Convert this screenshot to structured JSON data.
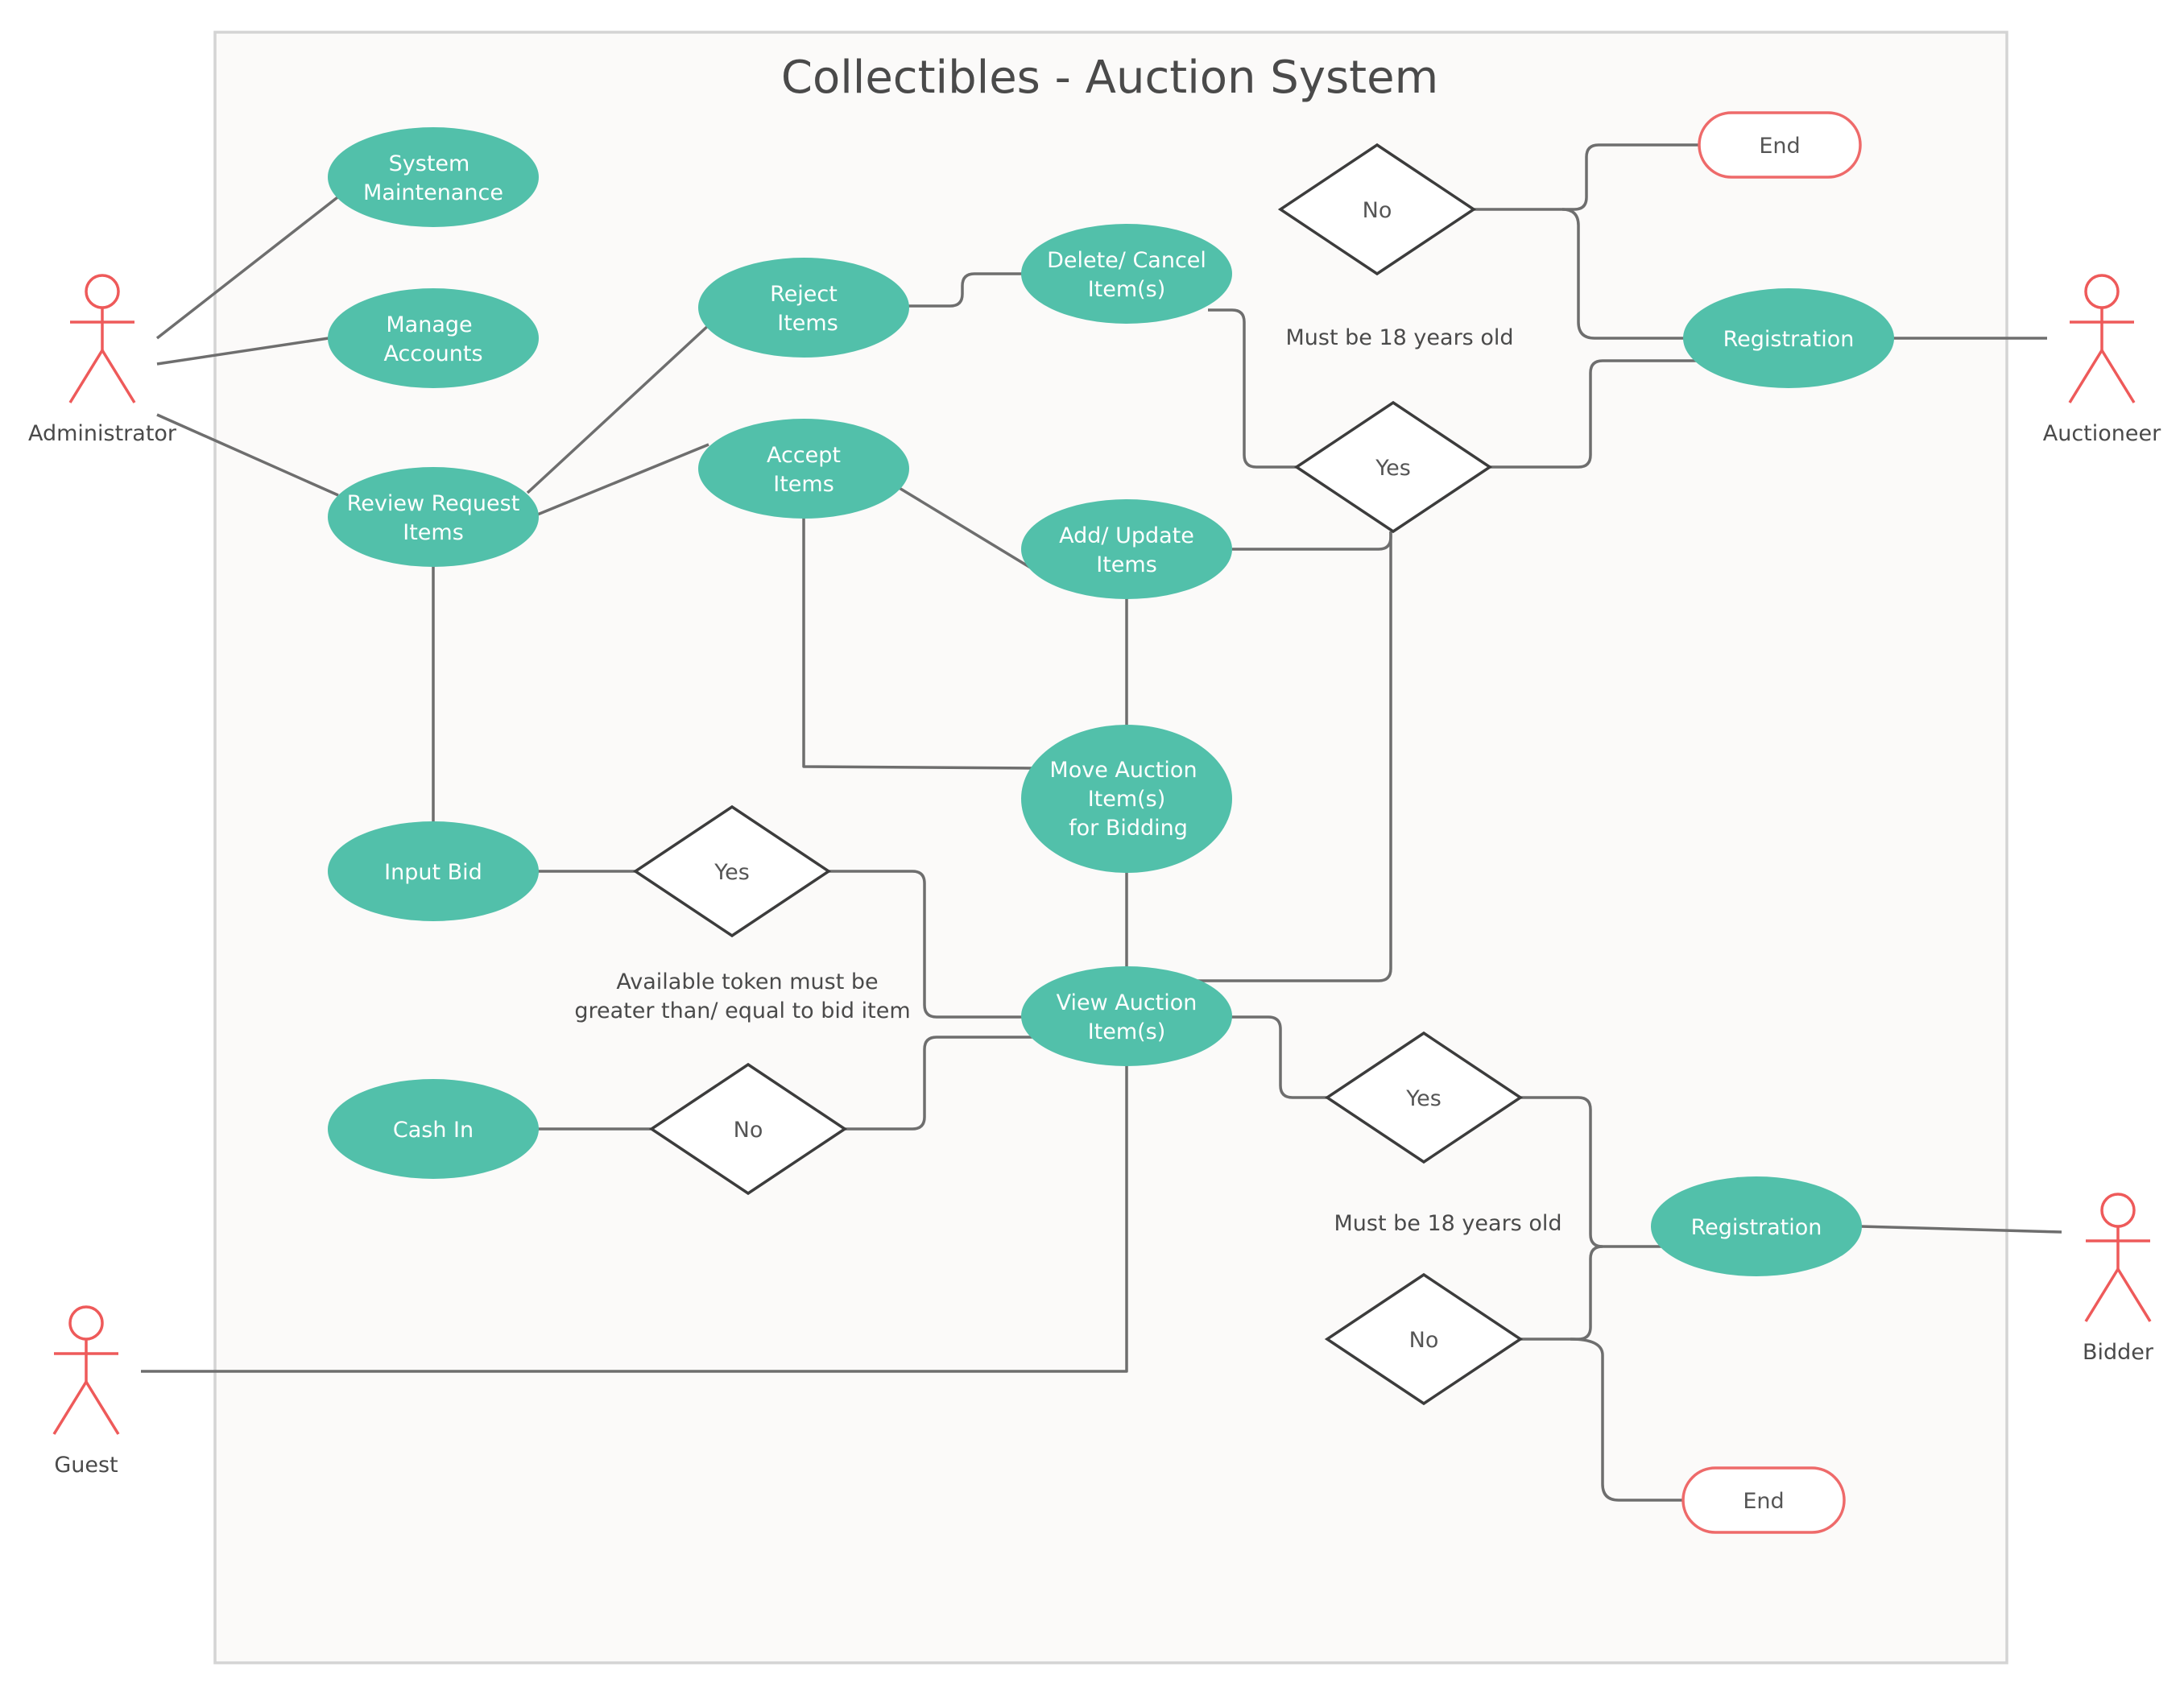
{
  "title": "Collectibles - Auction System",
  "colors": {
    "use_case_fill": "#52c0aa",
    "actor_stroke": "#ee5a5a",
    "end_stroke": "#ee6a6a",
    "connector": "#6e6e6e",
    "decision_stroke": "#3c3c3c",
    "frame_background": "#fbfaf9"
  },
  "actors": {
    "administrator": "Administrator",
    "auctioneer": "Auctioneer",
    "guest": "Guest",
    "bidder": "Bidder"
  },
  "use_cases": {
    "system_maintenance": [
      "System",
      "Maintenance"
    ],
    "manage_accounts": [
      "Manage",
      "Accounts"
    ],
    "review_request_items": [
      "Review Request",
      "Items"
    ],
    "reject_items": [
      "Reject",
      "Items"
    ],
    "accept_items": [
      "Accept",
      "Items"
    ],
    "delete_cancel_items": [
      "Delete/ Cancel",
      "Item(s)"
    ],
    "add_update_items": [
      "Add/ Update",
      "Items"
    ],
    "move_auction_items": [
      "Move Auction",
      "Item(s)",
      "for Bidding"
    ],
    "input_bid": [
      "Input Bid"
    ],
    "cash_in": [
      "Cash In"
    ],
    "view_auction_items": [
      "View Auction",
      "Item(s)"
    ],
    "registration_auctioneer": [
      "Registration"
    ],
    "registration_bidder": [
      "Registration"
    ]
  },
  "decisions": {
    "auctioneer_no": "No",
    "auctioneer_yes": "Yes",
    "bid_yes": "Yes",
    "bid_no": "No",
    "bidder_yes": "Yes",
    "bidder_no": "No"
  },
  "terminals": {
    "auctioneer_end": "End",
    "bidder_end": "End"
  },
  "notes": {
    "auctioneer_age": "Must be 18 years old",
    "token_rule": [
      "Available token must be",
      "greater than/ equal to bid item"
    ],
    "bidder_age": "Must be 18 years old"
  }
}
